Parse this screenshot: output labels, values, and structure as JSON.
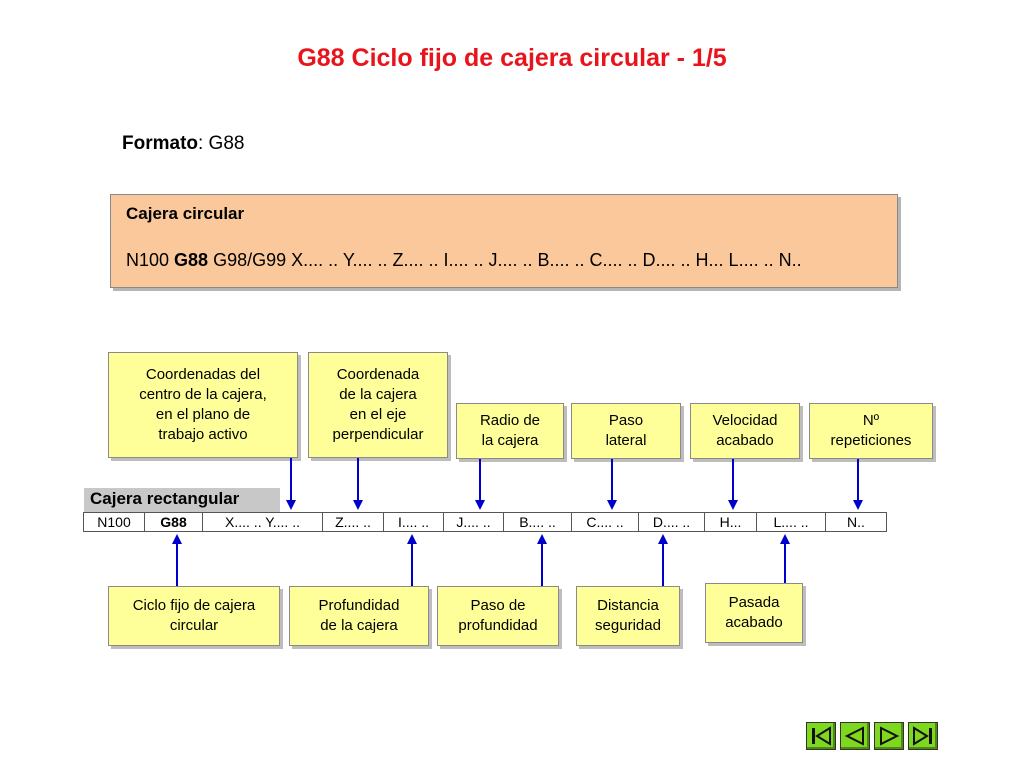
{
  "title": "G88 Ciclo fijo de cajera circular - 1/5",
  "formato": {
    "label": "Formato",
    "value": ": G88"
  },
  "format_box": {
    "title": "Cajera circular",
    "line_pre": "N100 ",
    "line_bold": "G88",
    "line_post": " G98/G99 X.... .. Y.... .. Z.... .. I.... .. J.... .. B.... .. C.... .. D.... .. H... L.... .. N.."
  },
  "top_notes": [
    "Coordenadas del\ncentro de la cajera,\nen el plano de\ntrabajo activo",
    "Coordenada\nde la cajera\nen el eje\nperpendicular",
    "Radio de\nla cajera",
    "Paso\nlateral",
    "Velocidad\nacabado",
    "Nº\nrepeticiones"
  ],
  "table": {
    "header": "Cajera rectangular",
    "cells": [
      "N100",
      "G88",
      "X.... .. Y.... ..",
      "Z.... ..",
      "I.... ..",
      "J.... ..",
      "B.... ..",
      "C.... ..",
      "D.... ..",
      "H...",
      "L.... ..",
      "N.."
    ]
  },
  "bottom_notes": [
    "Ciclo fijo de cajera\ncircular",
    "Profundidad\nde la cajera",
    "Paso de\nprofundidad",
    "Distancia\nseguridad",
    "Pasada\nacabado"
  ],
  "nav": [
    "first-icon",
    "previous-icon",
    "next-icon",
    "last-icon"
  ],
  "colors": {
    "title": "#e8141b",
    "note_fill": "#ffff99",
    "format_fill": "#fbc89c",
    "arrow": "#0000cc",
    "nav": "#7fd820"
  }
}
